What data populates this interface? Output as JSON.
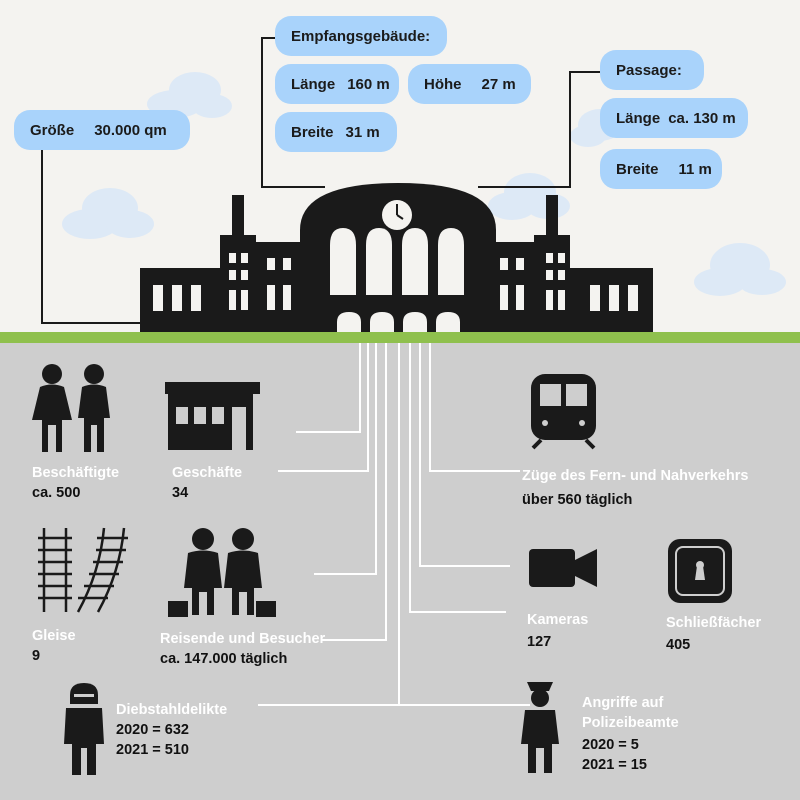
{
  "groesse": {
    "label": "Größe",
    "value": "30.000 qm"
  },
  "empfangsgebaeude": {
    "title": "Empfangsgebäude:",
    "laenge": {
      "label": "Länge",
      "value": "160 m"
    },
    "hoehe": {
      "label": "Höhe",
      "value": "27 m"
    },
    "breite": {
      "label": "Breite",
      "value": "31 m"
    }
  },
  "passage": {
    "title": "Passage:",
    "laenge": {
      "label": "Länge",
      "value": "ca. 130 m"
    },
    "breite": {
      "label": "Breite",
      "value": "11 m"
    }
  },
  "stats": {
    "beschaeftigte": {
      "label": "Beschäftigte",
      "value": "ca. 500"
    },
    "geschaefte": {
      "label": "Geschäfte",
      "value": "34"
    },
    "zuege": {
      "label": "Züge des Fern- und Nahverkehrs",
      "value": "über 560 täglich"
    },
    "gleise": {
      "label": "Gleise",
      "value": "9"
    },
    "reisende": {
      "label": "Reisende und Besucher",
      "value": "ca. 147.000 täglich"
    },
    "kameras": {
      "label": "Kameras",
      "value": "127"
    },
    "schliessfaecher": {
      "label": "Schließfächer",
      "value": "405"
    },
    "diebstahl": {
      "label": "Diebstahldelikte",
      "line1": "2020 = 632",
      "line2": "2021 = 510"
    },
    "angriffe": {
      "label1": "Angriffe auf",
      "label2": "Polizeibeamte",
      "line1": "2020 = 5",
      "line2": "2021 = 15"
    }
  },
  "colors": {
    "pill": "#a9d3fb",
    "grass": "#8fc04d",
    "sky": "#f4f3f0",
    "ground": "#cecece",
    "silhouette": "#1a1a1a",
    "cloud": "#dde9f6"
  }
}
